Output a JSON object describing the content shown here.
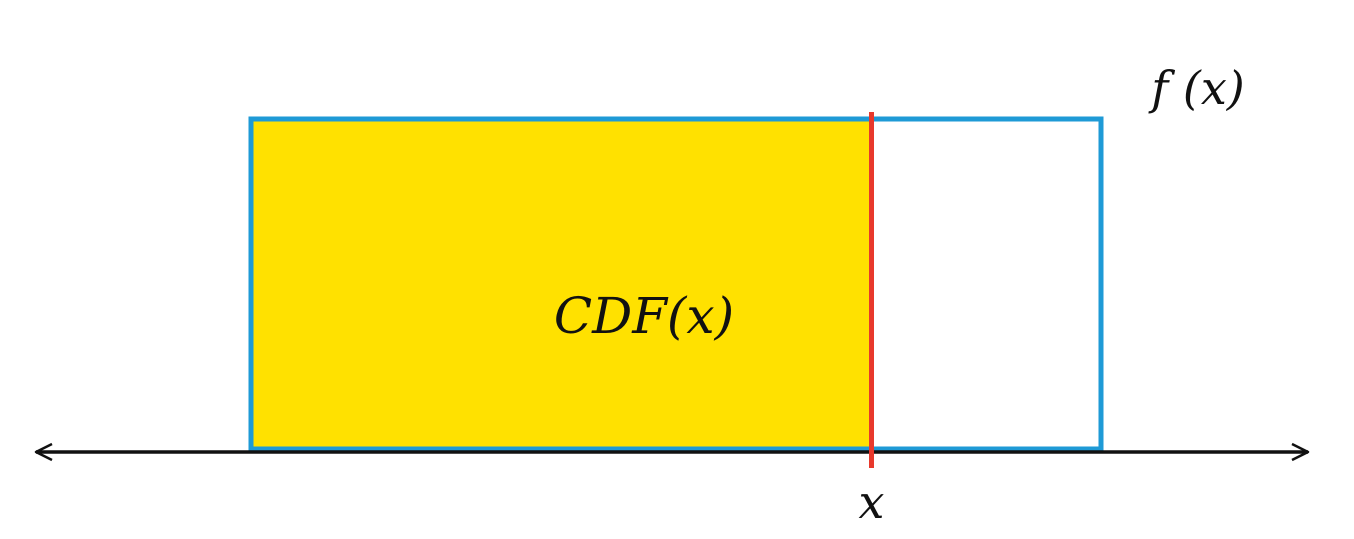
{
  "labels": {
    "function": "f (x)",
    "area": "CDF(x)",
    "point": "x"
  },
  "colors": {
    "background": "#ffffff",
    "shaded_area": "#FFE100",
    "density_outline": "#1E9AD6",
    "marker_line": "#E8392C",
    "axis": "#111111"
  },
  "distribution": {
    "shape": "uniform",
    "shaded_fraction": 0.73
  }
}
